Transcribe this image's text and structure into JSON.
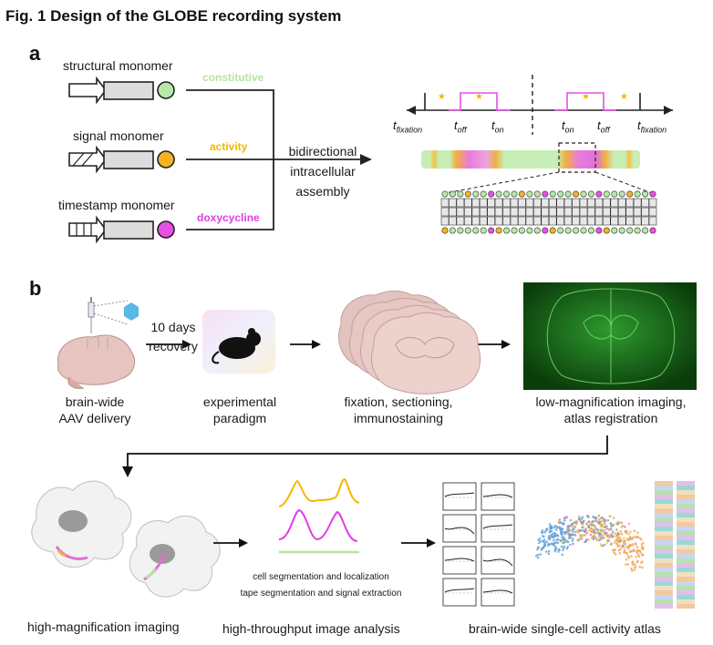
{
  "figure": {
    "title": "Fig. 1 Design of the GLOBE recording system"
  },
  "panel_a": {
    "letter": "a",
    "monomers": [
      {
        "label": "structural monomer",
        "tag": "constitutive",
        "tag_color": "#b9e3a0",
        "circle_color": "#b7e8a8"
      },
      {
        "label": "signal monomer",
        "tag": "activity",
        "tag_color": "#f2b800",
        "circle_color": "#f5b323"
      },
      {
        "label": "timestamp monomer",
        "tag": "doxycycline",
        "tag_color": "#e23de6",
        "circle_color": "#e84fe6"
      }
    ],
    "assembly": {
      "line1": "bidirectional",
      "line2": "intracellular",
      "line3": "assembly"
    },
    "timeline": {
      "t_fixation": "t",
      "fixation_sub": "fixation",
      "t_off": "t",
      "off_sub": "off",
      "t_on": "t",
      "on_sub": "on",
      "star": "★"
    }
  },
  "panel_b": {
    "letter": "b",
    "delay": {
      "line1": "10 days",
      "line2": "recovery"
    },
    "steps": [
      {
        "line1": "brain-wide",
        "line2": "AAV delivery"
      },
      {
        "line1": "experimental",
        "line2": "paradigm"
      },
      {
        "line1": "fixation, sectioning,",
        "line2": "immunostaining"
      },
      {
        "line1": "low-magnification imaging,",
        "line2": "atlas registration"
      }
    ],
    "bottom": {
      "imaging": "high-magnification imaging",
      "analysis": "high-throughput image analysis",
      "analysis_sub1": "cell segmentation and localization",
      "analysis_sub2": "tape segmentation and signal extraction",
      "atlas": "brain-wide single-cell activity atlas"
    }
  }
}
